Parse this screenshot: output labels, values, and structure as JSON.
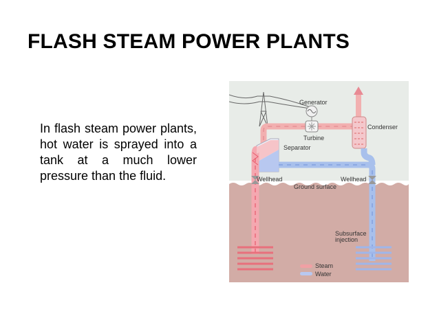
{
  "slide": {
    "title": "FLASH STEAM POWER PLANTS",
    "body_text": "In flash steam power plants, hot water is sprayed into a tank at a much lower pressure than the fluid."
  },
  "diagram": {
    "labels": {
      "generator": "Generator",
      "turbine": "Turbine",
      "condenser": "Condenser",
      "separator": "Separator",
      "wellhead_left": "Wellhead",
      "wellhead_right": "Wellhead",
      "ground_surface": "Ground surface",
      "subsurface_line1": "Subsurface",
      "subsurface_line2": "injection"
    },
    "legend": [
      {
        "label": "Steam",
        "color": "#f0a0a4"
      },
      {
        "label": "Water",
        "color": "#b8c8f0"
      }
    ],
    "colors": {
      "sky": "#e8ece8",
      "ground": "#d2aca6",
      "steam_pipe": "#f2b0b0",
      "hot_water_pipe": "#e85a6a",
      "cold_water_pipe": "#a8c0ec"
    }
  }
}
